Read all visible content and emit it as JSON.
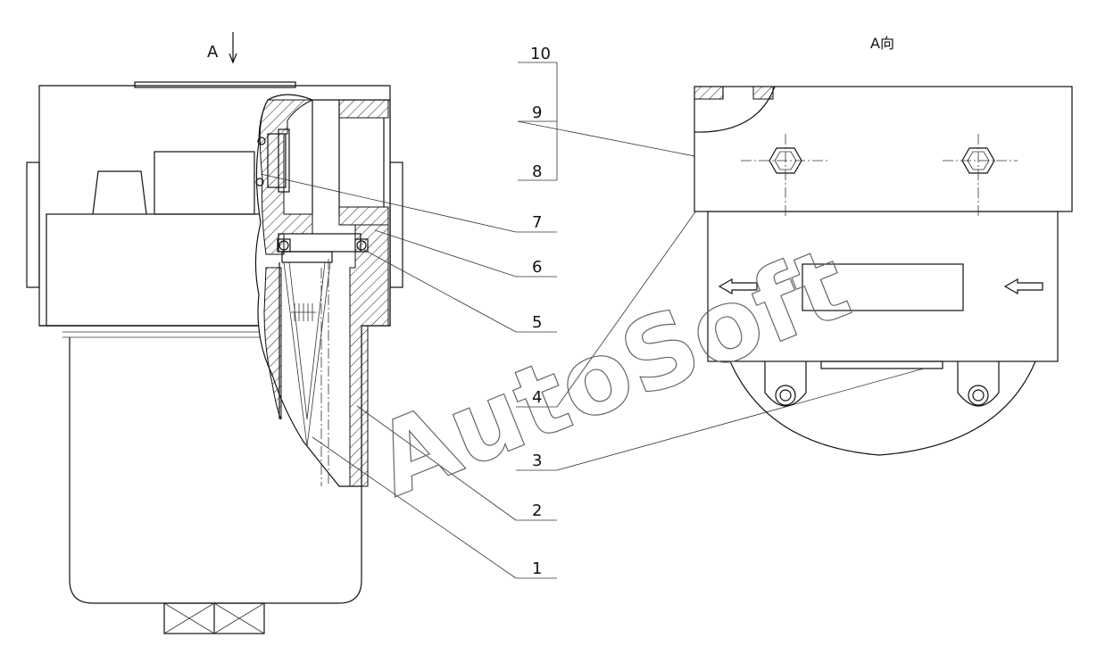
{
  "labels": {
    "section_marker": "A",
    "view_title": "A向",
    "watermark": "AutoSoft"
  },
  "callouts": [
    {
      "n": "10"
    },
    {
      "n": "9"
    },
    {
      "n": "8"
    },
    {
      "n": "7"
    },
    {
      "n": "6"
    },
    {
      "n": "5"
    },
    {
      "n": "4"
    },
    {
      "n": "3"
    },
    {
      "n": "2"
    },
    {
      "n": "1"
    }
  ]
}
